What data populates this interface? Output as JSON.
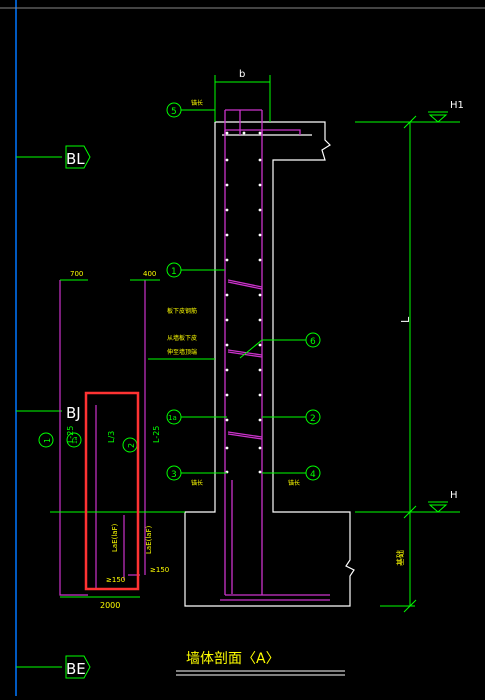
{
  "colors": {
    "background": "#000000",
    "wall": "#ffffff",
    "rebar": "#cc33cc",
    "dimension": "#00ff00",
    "text_yellow": "#ffff00",
    "highlight": "#ff3333",
    "grid_line": "#0077ff"
  },
  "axes": {
    "top": "BL",
    "middle": "BJ",
    "bottom": "BE"
  },
  "dimensions": {
    "width": "b",
    "height": "L",
    "level_top": "H1",
    "level_bottom": "H",
    "left_width": "700",
    "right_width": "400",
    "bottom_total": "2000",
    "lap_left": "L-25",
    "lap_third": "L/3",
    "lap_right": "L-25",
    "anchor_left": "LaE(laF)",
    "anchor_right": "LaE(laF)",
    "hook_left": "≥150",
    "hook_right": "≥150",
    "foundation_note": "基础"
  },
  "callouts": {
    "c1": "1",
    "c1a": "1a",
    "c2": "2",
    "c3": "3",
    "c4": "4",
    "c5": "5",
    "c6": "6",
    "left_1": "1",
    "left_1a": "1a",
    "left_2": "2"
  },
  "notes": {
    "n5": "锚长",
    "n3": "锚长",
    "n4": "锚长",
    "mid1": "板下皮钢筋",
    "mid2": "从墙板下皮",
    "mid3": "伸至墙顶端"
  },
  "title": "墙体剖面〈A〉"
}
